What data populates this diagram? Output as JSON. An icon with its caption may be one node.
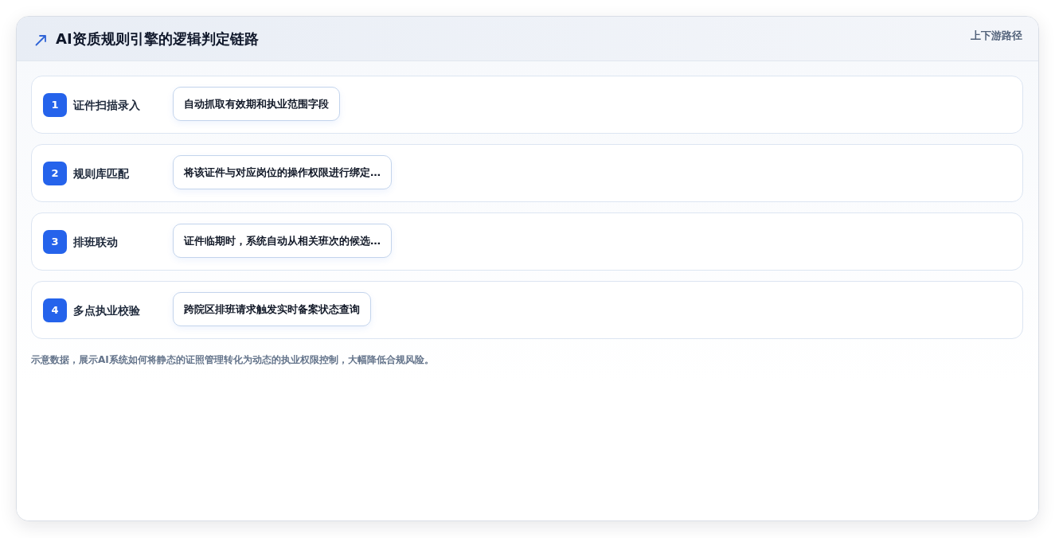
{
  "diagram": {
    "title": "AI资质规则引擎的逻辑判定链路",
    "caption": "示意数据，展示AI系统如何将静态的证照管理转化为动态的执业权限控制，大幅降低合规风险。",
    "nodes": [
      {
        "text": [
          "证件扫描录入"
        ]
      },
      {
        "text": [
          "1"
        ],
        "in": 0
      },
      {
        "text": [
          "自动抓取有效期和执业范围字段"
        ],
        "in": 0
      },
      {
        "text": [
          "规则库匹配"
        ]
      },
      {
        "text": [
          "2"
        ],
        "in": 3
      },
      {
        "text": [
          "将该证件与对应岗位的操作权限进行绑定…"
        ],
        "in": 3
      },
      {
        "text": [
          "排班联动"
        ]
      },
      {
        "text": [
          "3"
        ],
        "in": 6
      },
      {
        "text": [
          "证件临期时，系统自动从相关班次的候选…"
        ],
        "in": 6
      },
      {
        "text": [
          "多点执业校验"
        ]
      },
      {
        "text": [
          "4"
        ],
        "in": 9
      },
      {
        "text": [
          "跨院区排班请求触发实时备案状态查询"
        ],
        "in": 9
      }
    ],
    "labels": [
      "上下游路径"
    ]
  }
}
